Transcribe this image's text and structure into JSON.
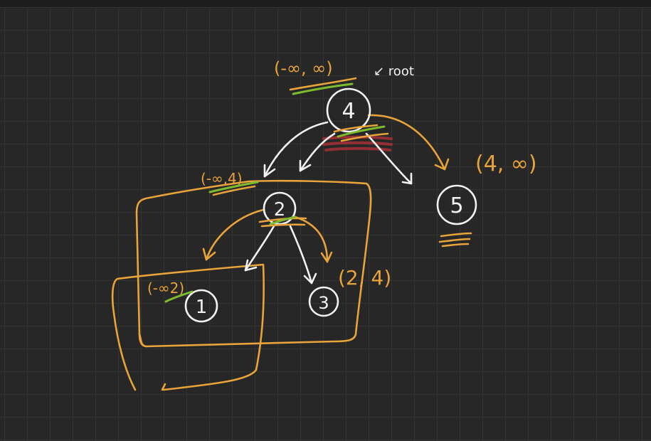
{
  "nodes": [
    {
      "id": "n4",
      "label": "4"
    },
    {
      "id": "n2",
      "label": "2"
    },
    {
      "id": "n5",
      "label": "5"
    },
    {
      "id": "n1",
      "label": "1"
    },
    {
      "id": "n3",
      "label": "3"
    }
  ],
  "annotations": {
    "root_range": "(-∞, ∞)",
    "root_marker": "↙ root",
    "node5_range": "(4, ∞)",
    "node2_range": "(-∞,4)",
    "node1_range": "(-∞2)",
    "node3_range": "(2, 4)"
  },
  "colors": {
    "background": "#272727",
    "grid": "#333333",
    "ink_white": "#f2f2f2",
    "ink_orange": "#e8a33a",
    "ink_green": "#7dbb2f",
    "ink_red": "#b8323a"
  }
}
